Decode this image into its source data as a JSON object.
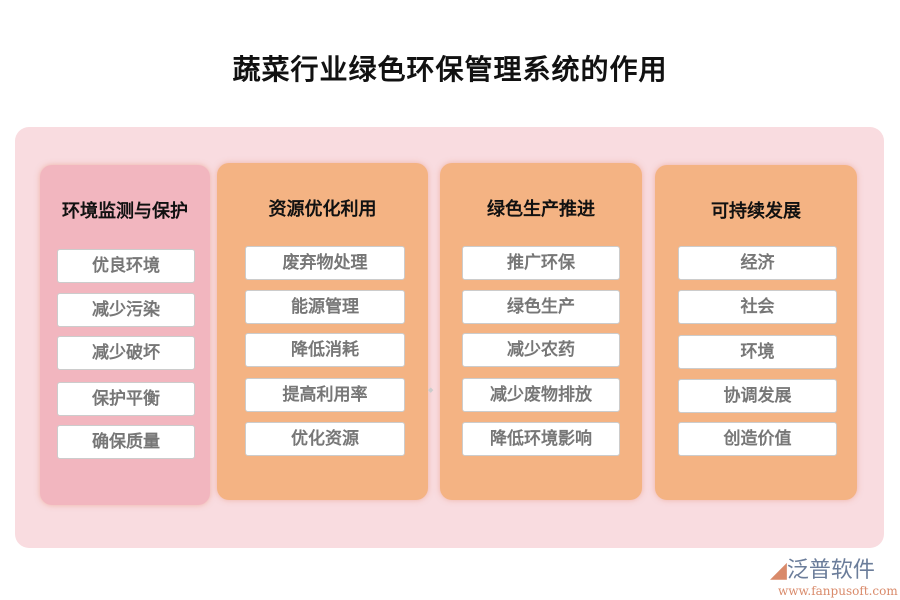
{
  "title": "蔬菜行业绿色环保管理系统的作用",
  "columns": [
    {
      "heading": "环境监测与保护",
      "color": "#f2b6bf",
      "items": [
        "优良环境",
        "减少污染",
        "减少破坏",
        "保护平衡",
        "确保质量"
      ]
    },
    {
      "heading": "资源优化利用",
      "color": "#f4b383",
      "items": [
        "废弃物处理",
        "能源管理",
        "降低消耗",
        "提高利用率",
        "优化资源"
      ]
    },
    {
      "heading": "绿色生产推进",
      "color": "#f4b383",
      "items": [
        "推广环保",
        "绿色生产",
        "减少农药",
        "减少废物排放",
        "降低环境影响"
      ]
    },
    {
      "heading": "可持续发展",
      "color": "#f4b383",
      "items": [
        "经济",
        "社会",
        "环境",
        "协调发展",
        "创造价值"
      ]
    }
  ],
  "logo": {
    "name": "泛普软件",
    "url": "www.fanpusoft.com"
  }
}
